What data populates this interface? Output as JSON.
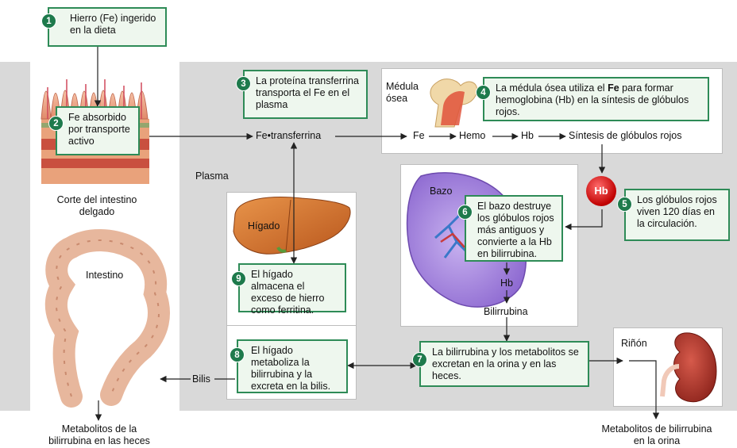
{
  "steps": [
    {
      "num": "1",
      "text": "Hierro (Fe) ingerido en la dieta"
    },
    {
      "num": "2",
      "text": "Fe absorbido por transporte activo"
    },
    {
      "num": "3",
      "text": "La proteína transferrina transporta el Fe en el plasma"
    },
    {
      "num": "4",
      "text_pre": "La médula ósea utiliza el ",
      "text_bold": "Fe",
      "text_post": " para formar hemoglobina (Hb) en la síntesis de glóbulos rojos."
    },
    {
      "num": "5",
      "text": "Los glóbulos rojos viven 120 días en la circulación."
    },
    {
      "num": "6",
      "text": "El bazo destruye los glóbulos rojos más antiguos y convierte a la Hb en bilirrubina."
    },
    {
      "num": "7",
      "text": "La bilirrubina y los metabolitos se excretan en la orina y en las heces."
    },
    {
      "num": "8",
      "text": "El hígado metaboliza la bilirrubina y la excreta en la bilis."
    },
    {
      "num": "9",
      "text": "El hígado almacena el exceso de hierro como ferritina."
    }
  ],
  "labels": {
    "intestine_section": "Corte del intestino delgado",
    "plasma": "Plasma",
    "fe_transferrin": "Fe•transferrina",
    "bone_marrow": "Médula ósea",
    "fe": "Fe",
    "heme": "Hemo",
    "hb": "Hb",
    "rbc_synthesis": "Síntesis de glóbulos rojos",
    "hb_badge": "Hb",
    "spleen": "Bazo",
    "hb_spleen": "Hb",
    "bilirubin": "Bilirrubina",
    "liver": "Hígado",
    "intestine": "Intestino",
    "bile": "Bilis",
    "kidney": "Riñón",
    "feces_metabolites": "Metabolitos de la bilirrubina en las heces",
    "urine_metabolites": "Metabolitos de bilirrubina en la orina"
  },
  "colors": {
    "step_green": "#1e7a4c",
    "note_fill": "#eef7ee",
    "note_border": "#2e8b57",
    "background_band": "#d9d9d9",
    "hb_red": "#c00000"
  }
}
